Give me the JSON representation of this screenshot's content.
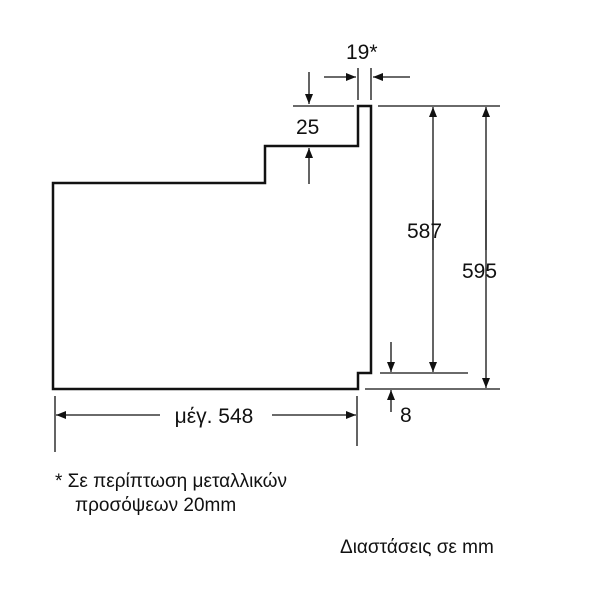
{
  "dimensions": {
    "panel_thickness": "19*",
    "step_height": "25",
    "inner_height": "587",
    "total_height": "595",
    "bottom_offset": "8",
    "max_depth": "μέγ. 548"
  },
  "footnote": {
    "line1": "* Σε περίπτωση μεταλλικών",
    "line2": "προσόψεων 20mm"
  },
  "units_caption": "Διαστάσεις σε mm"
}
